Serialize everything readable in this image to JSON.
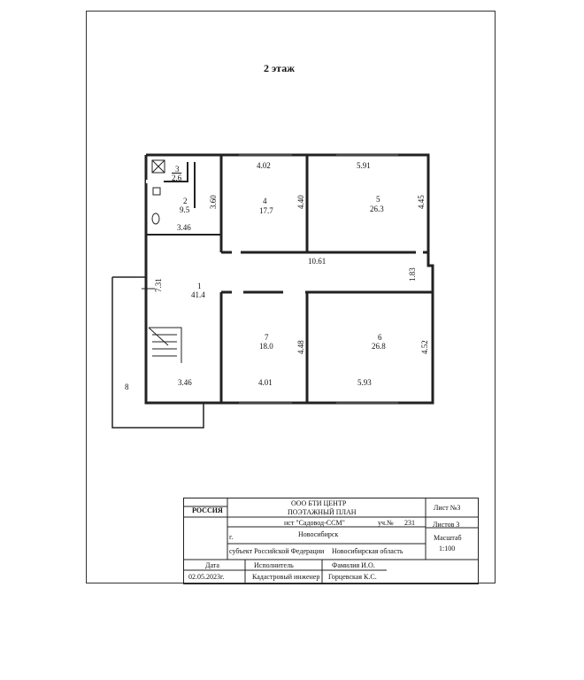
{
  "floor_title": "2 этаж",
  "rooms": [
    {
      "num": "1",
      "area": "41.4"
    },
    {
      "num": "2",
      "area": "9.5"
    },
    {
      "num": "3",
      "area": "2.6"
    },
    {
      "num": "4",
      "area": "17.7"
    },
    {
      "num": "5",
      "area": "26.3"
    },
    {
      "num": "6",
      "area": "26.8"
    },
    {
      "num": "7",
      "area": "18.0"
    },
    {
      "num": "8",
      "area": ""
    }
  ],
  "dimensions": {
    "r4_top": "4.02",
    "r5_top": "5.91",
    "r4_right": "4.40",
    "r5_right": "4.45",
    "r2_right": "3.60",
    "r2_bottom": "3.46",
    "corridor": "10.61",
    "corridor_right": "1.83",
    "hall_left": "7.31",
    "r7_right": "4.48",
    "r6_right": "4.52",
    "bottom_left": "3.46",
    "r7_bottom": "4.01",
    "r6_bottom": "5.93"
  },
  "stamp": {
    "country": "РОССИЯ",
    "org": "ООО БТИ ЦЕНТР",
    "doc_type": "ПОЭТАЖНЫЙ ПЛАН",
    "object": "нст \"Садовод-ССМ\"",
    "plot_label": "уч.№",
    "plot_no": "231",
    "city_prefix": "г.",
    "city": "Новосибирск",
    "subject_label": "субъект Российской Федерации",
    "region": "Новосибирская область",
    "sheet": "Лист №3",
    "sheets": "Листов 3",
    "scale_label": "Масштаб",
    "scale": "1:100",
    "date_label": "Дата",
    "executor_label": "Исполнитель",
    "name_label": "Фамилия И.О.",
    "date": "02.05.2023г.",
    "role": "Кадастровый инженер",
    "person": "Горцевская К.С."
  }
}
